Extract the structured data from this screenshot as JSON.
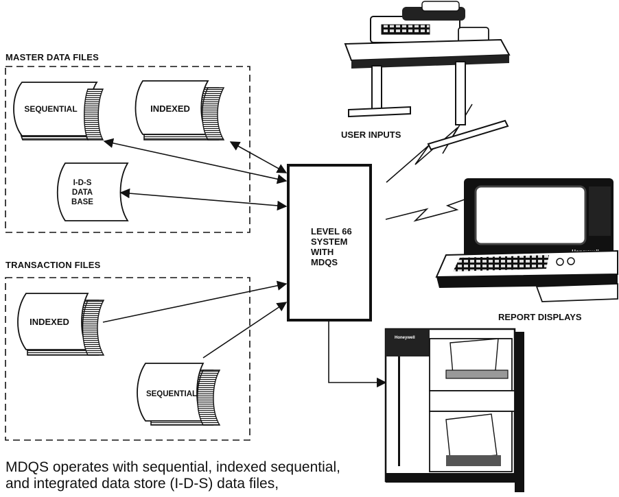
{
  "groups": {
    "master": {
      "label": "MASTER DATA FILES"
    },
    "transaction": {
      "label": "TRANSACTION FILES"
    }
  },
  "files": {
    "master_sequential": "SEQUENTIAL",
    "master_indexed": "INDEXED",
    "ids_database": [
      "I-D-S",
      "DATA",
      "BASE"
    ],
    "transaction_indexed": "INDEXED",
    "transaction_sequential": "SEQUENTIAL"
  },
  "system_box": [
    "LEVEL 66",
    "SYSTEM",
    "WITH",
    "MDQS"
  ],
  "labels": {
    "user_inputs": "USER INPUTS",
    "report_displays": "REPORT DISPLAYS",
    "terminal_brand": "Honeywell",
    "printer_brand": "Honeywell"
  },
  "caption": [
    "MDQS operates with sequential, indexed sequential,",
    "and integrated data store (I-D-S) data files,"
  ]
}
